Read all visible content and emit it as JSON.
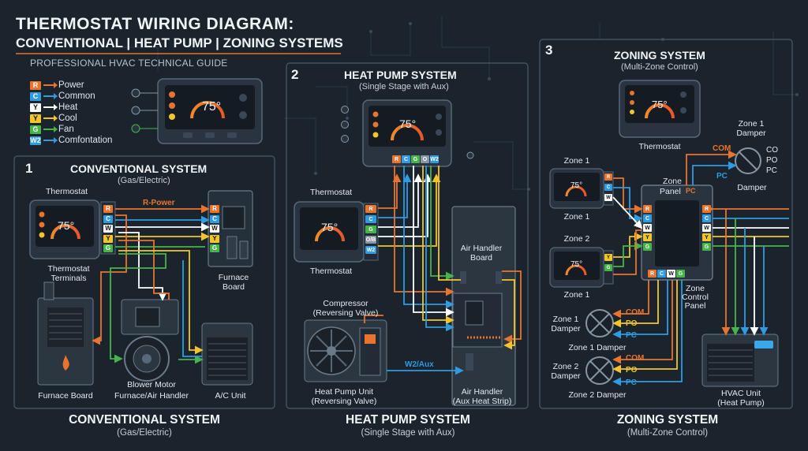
{
  "header": {
    "title_line1": "THERMOSTAT WIRING DIAGRAM:",
    "title_line2": "CONVENTIONAL | HEAT PUMP | ZONING SYSTEMS",
    "subtitle": "PROFESSIONAL HVAC TECHNICAL GUIDE"
  },
  "legend": [
    {
      "code": "R",
      "label": "Power",
      "color": "#e8742e"
    },
    {
      "code": "C",
      "label": "Common",
      "color": "#2f9be0"
    },
    {
      "code": "Y",
      "label": "Heat",
      "color": "#ffffff"
    },
    {
      "code": "Y",
      "label": "Cool",
      "color": "#f2c62a"
    },
    {
      "code": "G",
      "label": "Fan",
      "color": "#45b54a"
    },
    {
      "code": "W2",
      "label": "Comfontation",
      "color": "#2f9be0"
    }
  ],
  "thermostat_display": {
    "temp": "75°"
  },
  "conventional": {
    "number": "1",
    "title": "CONVENTIONAL SYSTEM",
    "subtitle": "(Gas/Electric)",
    "thermostat_label": "Thermostat",
    "terminals_label_1": "Thermostat",
    "terminals_label_2": "Terminals",
    "r_power_label": "R-Power",
    "furnace_board_label_1": "Furnace",
    "furnace_board_label_2": "Board",
    "furnace_label": "Furnace Board",
    "blower_label_1": "Blower Motor",
    "blower_label_2": "Furnace/Air Handler",
    "ac_label": "A/C Unit",
    "terminals": [
      "R",
      "C",
      "W",
      "Y",
      "G"
    ],
    "footer_title": "CONVENTIONAL SYSTEM",
    "footer_subtitle": "(Gas/Electric)"
  },
  "heat_pump": {
    "number": "2",
    "title": "HEAT PUMP SYSTEM",
    "subtitle": "(Single Stage with Aux)",
    "top_terminals": [
      "R",
      "C",
      "G",
      "O",
      "W2"
    ],
    "thermostat_label": "Thermostat",
    "side_terminals": [
      "R",
      "C",
      "G",
      "O/B",
      "W2"
    ],
    "air_handler_board_1": "Air Handler",
    "air_handler_board_2": "Board",
    "compressor_1": "Compressor",
    "compressor_2": "(Reversing Valve)",
    "w2aux_label": "W2/Aux",
    "heat_pump_unit_1": "Heat Pump Unit",
    "heat_pump_unit_2": "(Reversing Valve)",
    "air_handler_1": "Air Handler",
    "air_handler_2": "(Aux Heat Strip)",
    "footer_title": "HEAT PUMP SYSTEM",
    "footer_subtitle": "(Single Stage with Aux)"
  },
  "zoning": {
    "number": "3",
    "title": "ZONING SYSTEM",
    "subtitle": "(Multi-Zone Control)",
    "thermostat_label": "Thermostat",
    "zone1_damper_title_1": "Zone 1",
    "zone1_damper_title_2": "Damper",
    "damper_terms": [
      "CO",
      "PO",
      "PC"
    ],
    "com_label": "COM",
    "pc_label": "PC",
    "damper_label": "Damper",
    "zone1_top": "Zone 1",
    "zone_panel_1": "Zone",
    "zone_panel_2": "Panel",
    "panel_pc": "PC",
    "zone1_bottom": "Zone 1",
    "zone2_top": "Zone 2",
    "zone2_bottom": "Zone 1",
    "panel_terminals": [
      "R",
      "C",
      "W",
      "Y",
      "G"
    ],
    "panel_bottom_terms": [
      "R",
      "C",
      "W",
      "G"
    ],
    "control_panel_1": "Zone",
    "control_panel_2": "Control",
    "control_panel_3": "Panel",
    "zd1_1": "Zone 1",
    "zd1_2": "Damper",
    "zd1_com": "COM",
    "zd1_po": "PO",
    "zd1_pc": "PC",
    "zd1_caption": "Zone 1 Damper",
    "zd2_1": "Zone 2",
    "zd2_2": "Damper",
    "zd2_com": "COM",
    "zd2_po": "PO",
    "zd2_pc": "PC",
    "zd2_caption": "Zone 2 Damper",
    "hvac_1": "HVAC Unit",
    "hvac_2": "(Heat Pump)",
    "footer_title": "ZONING SYSTEM",
    "footer_subtitle": "(Multi-Zone Control)"
  },
  "colors": {
    "R": "#e8742e",
    "C": "#2f9be0",
    "W": "#ffffff",
    "Y": "#f2c62a",
    "G": "#45b54a",
    "bg": "#1b232d",
    "panel": "#2a3440"
  }
}
